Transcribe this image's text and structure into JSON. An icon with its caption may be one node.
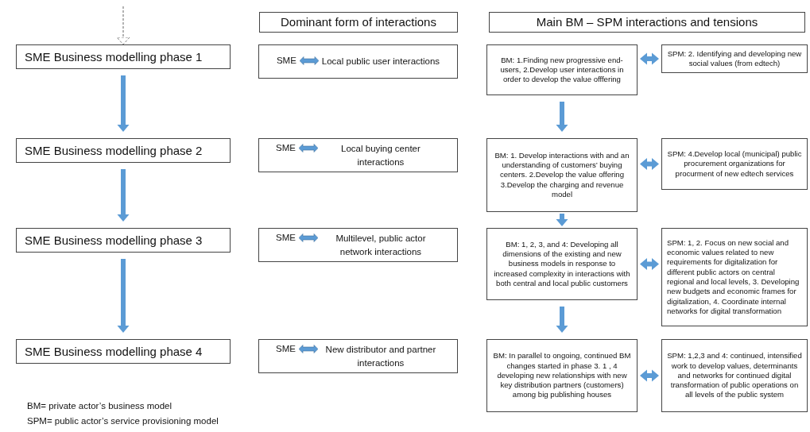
{
  "diagram": {
    "nodes": [
      {
        "text": [
          "Dominant form of interactions"
        ]
      },
      {
        "text": [
          "Main BM – SPM interactions and tensions"
        ]
      },
      {
        "text": [
          "SME Business modelling phase 1"
        ]
      },
      {
        "text": [
          "SME",
          "Local public user interactions"
        ]
      },
      {
        "text": [
          "BM: 1.Finding new progressive end-users, 2.Develop user interactions in order to develop the value offfering"
        ]
      },
      {
        "text": [
          "SPM: 2. Identifying and developing new social values (from edtech)"
        ]
      },
      {
        "text": [
          "SME Business modelling phase 2"
        ]
      },
      {
        "text": [
          "SME",
          "Local buying center interactions"
        ]
      },
      {
        "text": [
          "BM: 1. Develop interactions with and an understanding of customers’ buying centers. 2.Develop the value offering 3.Develop the charging and revenue model"
        ]
      },
      {
        "text": [
          "SPM: 4.Develop local (municipal) public procurement organizations for procurment of new edtech services"
        ]
      },
      {
        "text": [
          "SME Business modelling phase 3"
        ]
      },
      {
        "text": [
          "SME",
          "Multilevel, public actor network interactions"
        ]
      },
      {
        "text": [
          "BM: 1, 2, 3, and 4: Developing all dimensions of the existing and new business models in response to increased complexity in interactions with both central and local public customers"
        ]
      },
      {
        "text": [
          "SPM: 1, 2. Focus on new social and economic values related to new requirements for digitalization for different public actors on central regional and local levels, 3. Developing new budgets and economic frames for digitalization, 4. Coordinate internal networks for digital transformation"
        ]
      },
      {
        "text": [
          "SME Business modelling phase 4"
        ]
      },
      {
        "text": [
          "SME",
          "New distributor and partner interactions"
        ]
      },
      {
        "text": [
          "BM: In parallel to ongoing, continued BM changes started in phase 3. 1 , 4 developing new relationships with new key distribution partners (customers) among big publishing houses"
        ]
      },
      {
        "text": [
          "SPM: 1,2,3 and 4: continued, intensified work to develop values, determinants and networks for continued digital transformation of public operations on all levels of the public system"
        ]
      }
    ],
    "edges": [
      {
        "from": null,
        "to": 2,
        "arrow": "to",
        "style": "dashed",
        "color": "#808080"
      },
      {
        "from": 2,
        "to": 6,
        "arrow": "to"
      },
      {
        "from": 6,
        "to": 10,
        "arrow": "to"
      },
      {
        "from": 10,
        "to": 14,
        "arrow": "to"
      },
      {
        "from": 4,
        "to": 8,
        "arrow": "to"
      },
      {
        "from": 8,
        "to": 12,
        "arrow": "to"
      },
      {
        "from": 12,
        "to": 16,
        "arrow": "to"
      },
      {
        "from": 4,
        "to": 5,
        "arrow": "both"
      },
      {
        "from": 8,
        "to": 9,
        "arrow": "both"
      },
      {
        "from": 12,
        "to": 13,
        "arrow": "both"
      },
      {
        "from": 16,
        "to": 17,
        "arrow": "both"
      }
    ],
    "labels": [
      "BM= private actor’s business model",
      "SPM= public actor’s service provisioning model"
    ]
  }
}
